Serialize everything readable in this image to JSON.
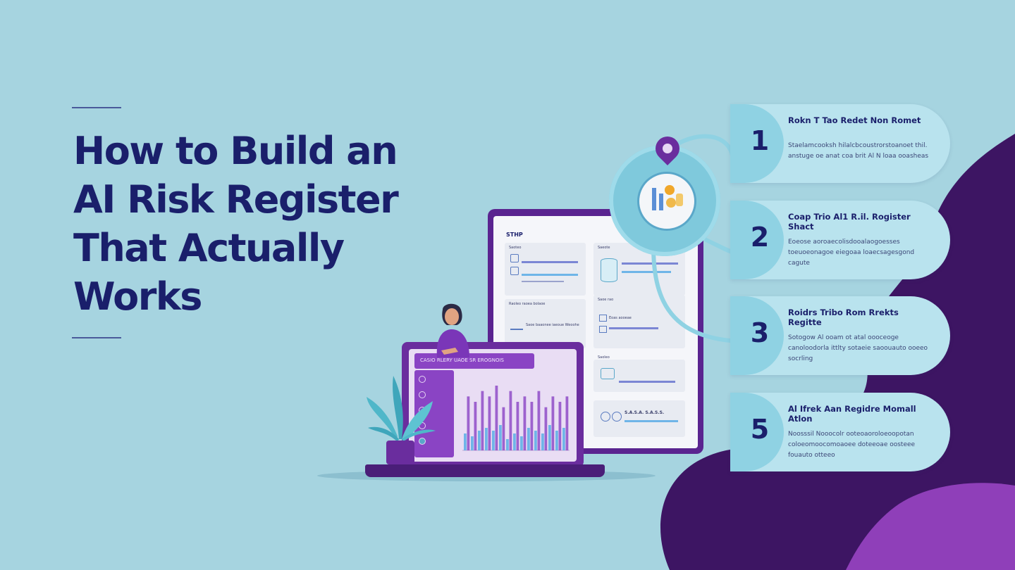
{
  "title_lines": [
    "How to Build an",
    "AI Risk Register",
    "That Actually",
    "Works"
  ],
  "steps": [
    {
      "num": "1",
      "title": "Rokn T Tao Redet Non Romet",
      "body": "Staelamcooksh hilalcbcoustrorstoanoet thil. anstuge oe anat coa brit Al N loaa ooasheas"
    },
    {
      "num": "2",
      "title": "Coap Trio Al1 R.il. Rogister Shact",
      "body": "Eoeose aoroaecolisdooalaogoesses toeuoeonagoe eiegoaa loaecsagesgond cagute"
    },
    {
      "num": "3",
      "title": "Roidrs Tribo Rom Rrekts Regitte",
      "body": "Sotogow Al ooam ot atal oooceoge canoloodorla ittlty sotaeie saoouauto ooeeo socrling"
    },
    {
      "num": "5",
      "title": "Al Ifrek Aan Regidre Momall Atlon",
      "body": "Noosssil Nooocolr ooteoaoroloeoopotan coloeomoocomoaoee doteeoae oosteee fouauto otteeo"
    }
  ],
  "laptop": {
    "header": "CASIO  RLERY UAOE SR EROGNOIS"
  },
  "screen": {
    "header": "STHP",
    "panels": [
      {
        "label": "Saoteo"
      },
      {
        "label": "Saeote"
      },
      {
        "label": "Raoleo raoea bolaoe",
        "sub": "Saoe baaonee iaeoue Weoohe"
      },
      {
        "label": "Saoe rao",
        "sub": "Eoas aooeae"
      },
      {
        "label": "Saoleo"
      },
      {
        "label": "S.A.S.A. S.A.S.S."
      }
    ]
  },
  "chart_data": {
    "type": "bar",
    "series": [
      {
        "values": [
          6,
          5,
          7,
          8,
          7,
          9,
          4,
          6,
          5,
          8,
          7,
          6,
          9,
          7,
          8
        ]
      },
      {
        "values": [
          10,
          9,
          11,
          10,
          12,
          8,
          11,
          9,
          10,
          9,
          11,
          8,
          10,
          9,
          10
        ]
      }
    ]
  },
  "colors": {
    "background": "#a6d4e0",
    "navy": "#1a1f6b",
    "purple": "#6a2d9e",
    "dark_purple": "#3a1460",
    "card": "#b9e3ee",
    "tab": "#8fd2e3"
  }
}
